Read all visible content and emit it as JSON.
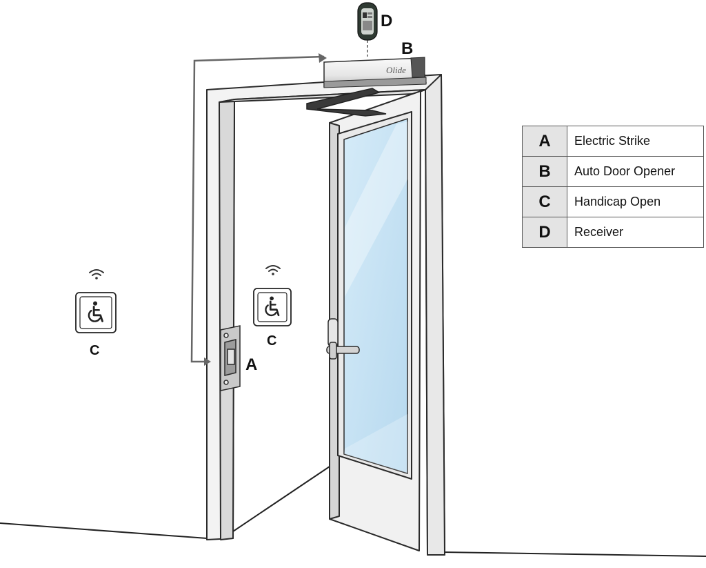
{
  "callouts": {
    "electric_strike": "A",
    "auto_door_opener": "B",
    "handicap_button_wall": "C",
    "handicap_button_frame": "C",
    "receiver": "D"
  },
  "opener_brand": "Olide",
  "legend": [
    {
      "key": "A",
      "label": "Electric Strike"
    },
    {
      "key": "B",
      "label": "Auto Door Opener"
    },
    {
      "key": "C",
      "label": "Handicap Open"
    },
    {
      "key": "D",
      "label": "Receiver"
    }
  ],
  "icons": [
    "wifi-icon",
    "wheelchair-icon"
  ],
  "colors": {
    "glass": "#c6e2f3",
    "frame": "#f4f4f4",
    "outline": "#2a2a2a",
    "receiver_body": "#2f3a32",
    "legend_key_bg": "#e4e4e4"
  }
}
